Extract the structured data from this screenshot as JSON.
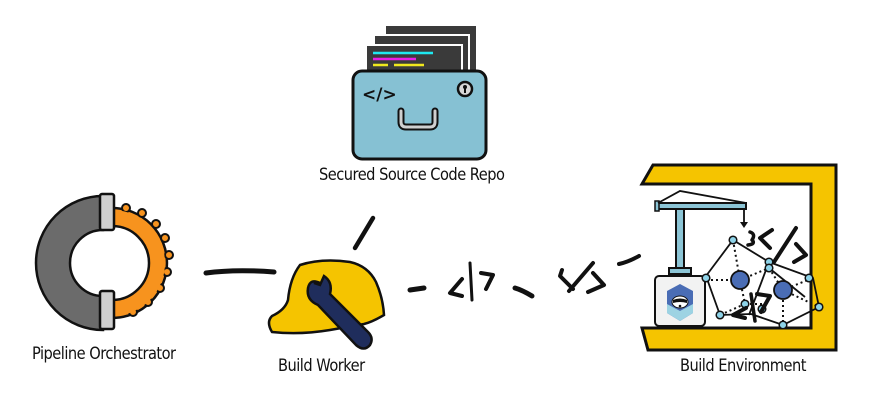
{
  "diagram": {
    "title": "",
    "nodes": [
      {
        "id": "orchestrator",
        "label": "Pipeline Orchestrator",
        "icon": "pipeline-gear-icon"
      },
      {
        "id": "worker",
        "label": "Build Worker",
        "icon": "hardhat-wrench-icon"
      },
      {
        "id": "repo",
        "label": "Secured Source Code Repo",
        "icon": "locked-code-drawer-icon"
      },
      {
        "id": "env",
        "label": "Build Environment",
        "icon": "construction-crane-network-icon"
      }
    ],
    "edges": [
      {
        "from": "orchestrator",
        "to": "worker",
        "style": "solid"
      },
      {
        "from": "worker",
        "to": "repo",
        "style": "solid"
      },
      {
        "from": "worker",
        "to": "env",
        "style": "dashed",
        "annotations": [
          "</>",
          "</>"
        ]
      }
    ],
    "repo_icon_glyph": "</>",
    "env_icon_glyph": "</>",
    "colors": {
      "orchestrator_gray": "#6b6b6b",
      "orchestrator_orange": "#f7931e",
      "connector_light": "#cfcfcf",
      "hardhat_yellow": "#f5c400",
      "wrench_navy": "#1f2d5c",
      "repo_blue": "#86c1d3",
      "paper_dark": "#3a3a3a",
      "code_cyan": "#1ee8f0",
      "code_magenta": "#e81ee8",
      "code_yellow": "#f0e81e",
      "frame_yellow": "#f5c400",
      "crane_blue": "#8cc5d6",
      "node_blue": "#4a6db5",
      "node_light": "#8ed3e8"
    }
  }
}
